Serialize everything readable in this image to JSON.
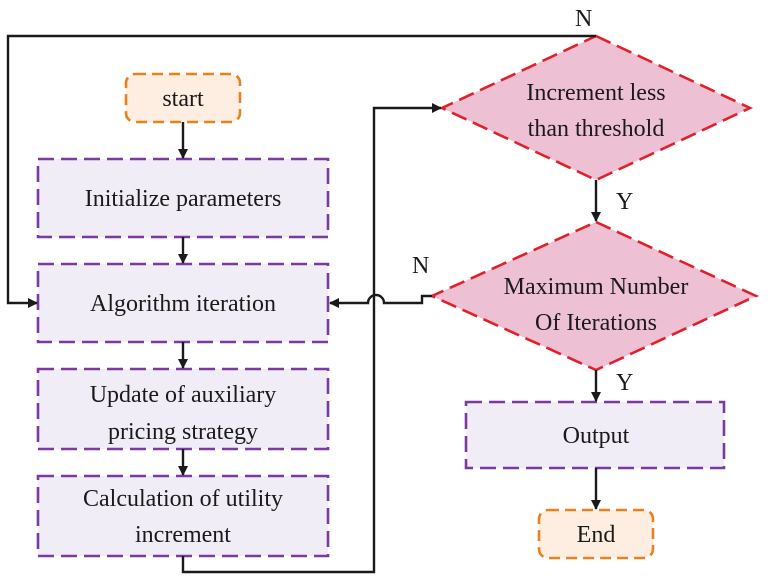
{
  "flowchart": {
    "start": "start",
    "init": "Initialize parameters",
    "iteration": "Algorithm iteration",
    "update_line1": "Update of auxiliary",
    "update_line2": "pricing strategy",
    "calc_line1": "Calculation of utility",
    "calc_line2": "increment",
    "decision1_line1": "Increment less",
    "decision1_line2": "than threshold",
    "decision2_line1": "Maximum Number",
    "decision2_line2": "Of Iterations",
    "output": "Output",
    "end": "End",
    "yes_label": "Y",
    "no_label": "N"
  },
  "colors": {
    "terminal_border": "#E8821E",
    "terminal_fill": "#FDEEE1",
    "process_border": "#7B3AA0",
    "process_fill": "#F1EDF7",
    "decision_border": "#E0202A",
    "decision_fill": "#EEC0D4",
    "line": "#1a1a1a"
  }
}
